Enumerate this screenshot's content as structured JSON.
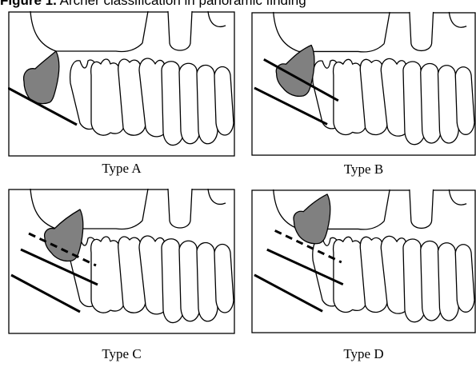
{
  "figure": {
    "caption_label": "Figure 1.",
    "caption_text": " Archer classification in panoramic finding"
  },
  "panels": [
    {
      "label": "Type A"
    },
    {
      "label": "Type B"
    },
    {
      "label": "Type C"
    },
    {
      "label": "Type D"
    }
  ]
}
